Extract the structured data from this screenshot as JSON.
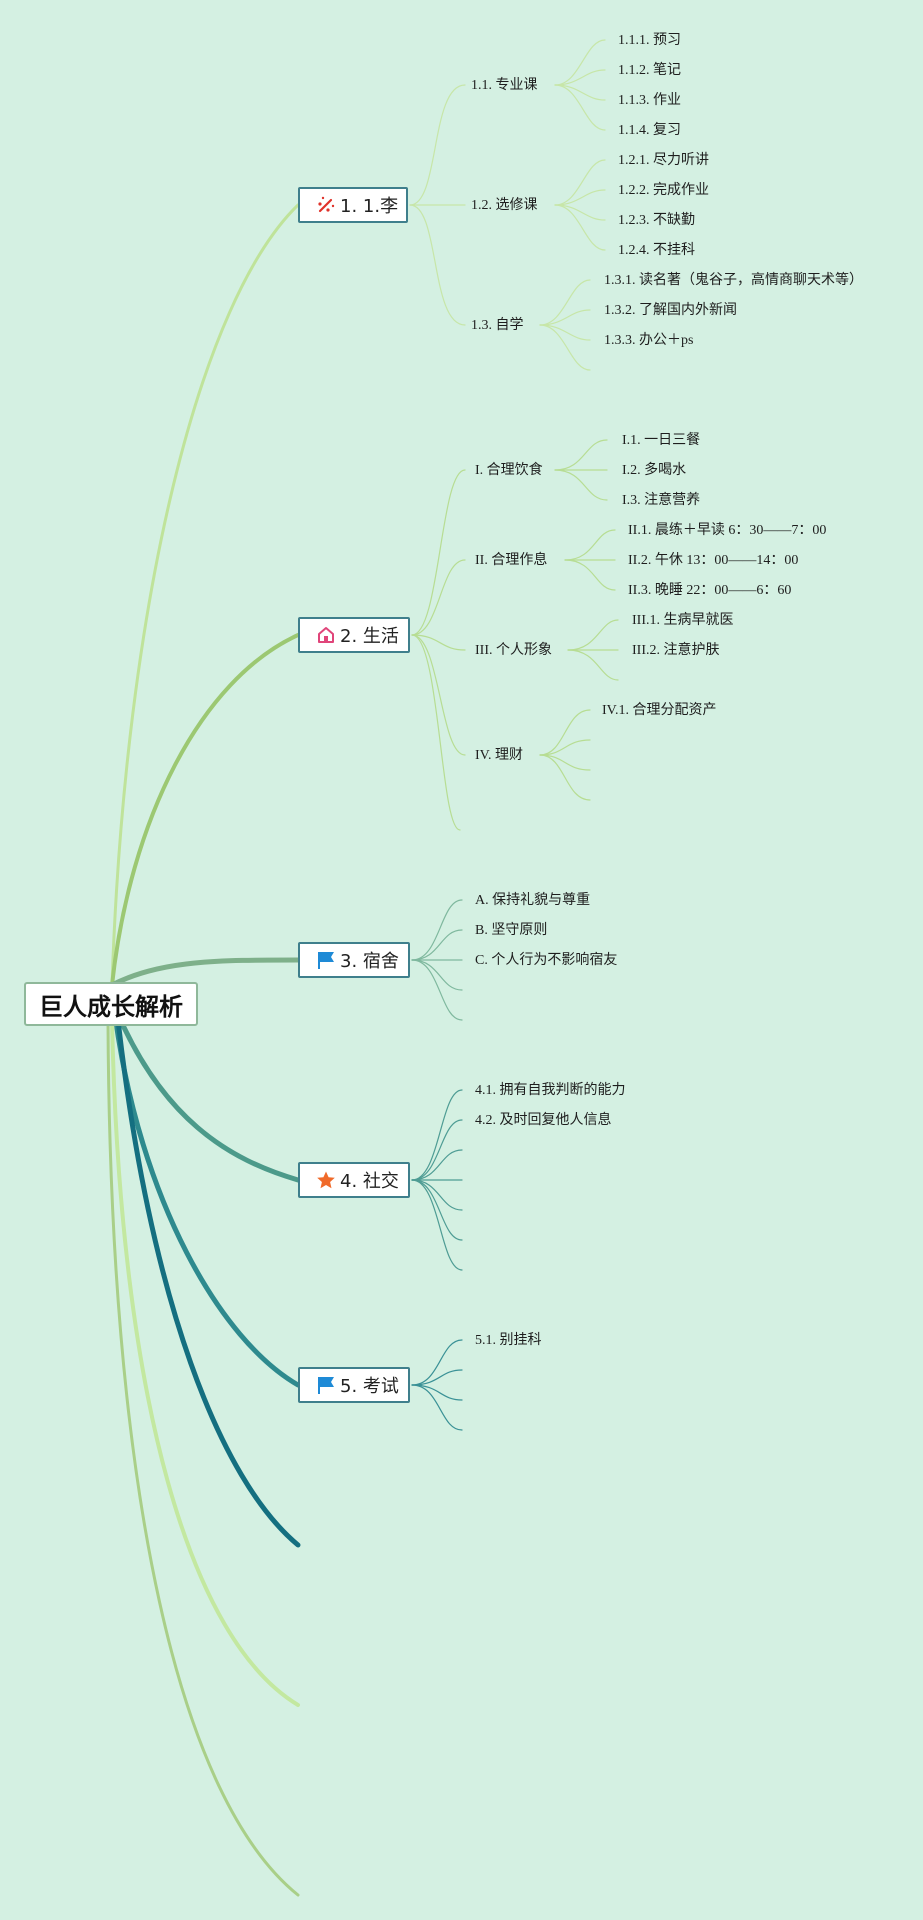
{
  "root": {
    "title": "巨人成长解析"
  },
  "branches": [
    {
      "label": "1. 1.李",
      "icon": "magic-wand-icon",
      "children": [
        {
          "label": "1.1. 专业课",
          "children": [
            "1.1.1. 预习",
            "1.1.2. 笔记",
            "1.1.3. 作业",
            "1.1.4. 复习"
          ]
        },
        {
          "label": "1.2. 选修课",
          "children": [
            "1.2.1. 尽力听讲",
            "1.2.2. 完成作业",
            "1.2.3. 不缺勤",
            "1.2.4. 不挂科"
          ]
        },
        {
          "label": "1.3. 自学",
          "children": [
            "1.3.1. 读名著（鬼谷子，高情商聊天术等）",
            "1.3.2. 了解国内外新闻",
            "1.3.3. 办公＋ps"
          ]
        }
      ]
    },
    {
      "label": "2. 生活",
      "icon": "home-icon",
      "children": [
        {
          "label": "I. 合理饮食",
          "children": [
            "I.1. 一日三餐",
            "I.2. 多喝水",
            "I.3. 注意营养"
          ]
        },
        {
          "label": "II. 合理作息",
          "children": [
            "II.1. 晨练＋早读 6：30——7：00",
            "II.2. 午休 13：00——14：00",
            "II.3. 晚睡 22：00——6：60"
          ]
        },
        {
          "label": "III. 个人形象",
          "children": [
            "III.1. 生病早就医",
            "III.2. 注意护肤"
          ]
        },
        {
          "label": "IV. 理财",
          "children": [
            "IV.1. 合理分配资产"
          ]
        }
      ]
    },
    {
      "label": "3. 宿舍",
      "icon": "flag-icon",
      "children": [
        {
          "label": "A. 保持礼貌与尊重"
        },
        {
          "label": "B. 坚守原则"
        },
        {
          "label": "C. 个人行为不影响宿友"
        }
      ]
    },
    {
      "label": "4. 社交",
      "icon": "star-icon",
      "children": [
        {
          "label": "4.1. 拥有自我判断的能力"
        },
        {
          "label": "4.2. 及时回复他人信息"
        }
      ]
    },
    {
      "label": "5. 考试",
      "icon": "flag-icon",
      "children": [
        {
          "label": "5.1. 别挂科"
        }
      ]
    }
  ],
  "colors": {
    "background": "#d4f0e2",
    "branch1": "#b9e08e",
    "branch2": "#9cc872",
    "branch3": "#7eb08a",
    "branch4": "#4c9a8a",
    "branch5": "#2e8a8e",
    "node_border": "#3f7f8c",
    "flag": "#1e8ad6",
    "star": "#f06a2a",
    "home": "#e0457a",
    "wand": "#e0322a"
  }
}
